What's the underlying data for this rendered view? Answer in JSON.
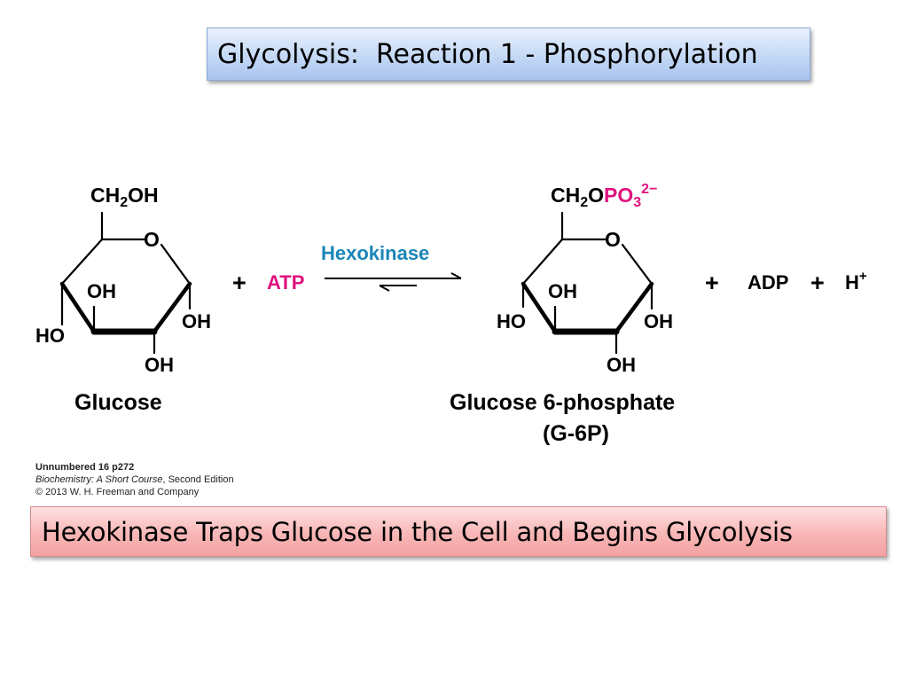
{
  "header": {
    "title": "Glycolysis:  Reaction 1 - Phosphorylation"
  },
  "reaction": {
    "reactant": {
      "top_group_pre": "CH",
      "top_group_sub": "2",
      "top_group_post": "OH",
      "ring_oxygen": "O",
      "oh_upper": "OH",
      "oh_right": "OH",
      "oh_bottom": "OH",
      "ho_left": "HO",
      "name": "Glucose"
    },
    "plus_1": "+",
    "cofactor_in": "ATP",
    "enzyme": "Hexokinase",
    "product": {
      "top_group_pre": "CH",
      "top_group_sub": "2",
      "top_group_o": "O",
      "phosphate_pre": "PO",
      "phosphate_sub": "3",
      "phosphate_sup": "2−",
      "ring_oxygen": "O",
      "oh_upper": "OH",
      "oh_right": "OH",
      "oh_bottom": "OH",
      "ho_left": "HO",
      "name": "Glucose 6-phosphate",
      "abbrev": "(G-6P)"
    },
    "plus_2": "+",
    "cofactor_out": "ADP",
    "plus_3": "+",
    "proton": "H",
    "proton_charge": "+"
  },
  "credit": {
    "line1": "Unnumbered 16 p272",
    "line2_italic": "Biochemistry: A Short Course",
    "line2_rest": ", Second Edition",
    "line3": "© 2013 W. H. Freeman and Company"
  },
  "footer": {
    "caption": "Hexokinase Traps Glucose in the Cell and Begins Glycolysis"
  },
  "colors": {
    "phosphate": "#e0117f",
    "atp": "#e0117f",
    "enzyme": "#1a86b8",
    "title_bg": "#c4d8f5",
    "caption_bg": "#f8b6b6"
  }
}
